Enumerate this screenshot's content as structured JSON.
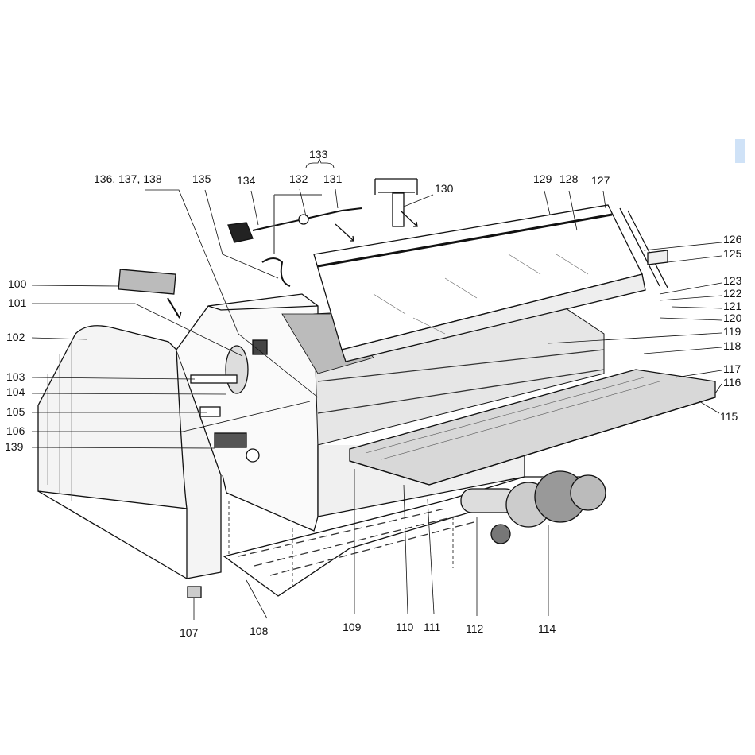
{
  "diagram": {
    "type": "exploded parts diagram",
    "labels": {
      "l100": "100",
      "l101": "101",
      "l102": "102",
      "l103": "103",
      "l104": "104",
      "l105": "105",
      "l106": "106",
      "l139": "139",
      "l107": "107",
      "l108": "108",
      "l109": "109",
      "l110": "110",
      "l111": "111",
      "l112": "112",
      "l114": "114",
      "l115": "115",
      "l116": "116",
      "l117": "117",
      "l118": "118",
      "l119": "119",
      "l120": "120",
      "l121": "121",
      "l122": "122",
      "l123": "123",
      "l125": "125",
      "l126": "126",
      "l127": "127",
      "l128": "128",
      "l129": "129",
      "l130": "130",
      "l131": "131",
      "l132": "132",
      "l133": "133",
      "l134": "134",
      "l135": "135",
      "l136_138": "136, 137, 138"
    },
    "colors": {
      "ink": "#111111",
      "tab": "#cfe2f7"
    }
  }
}
